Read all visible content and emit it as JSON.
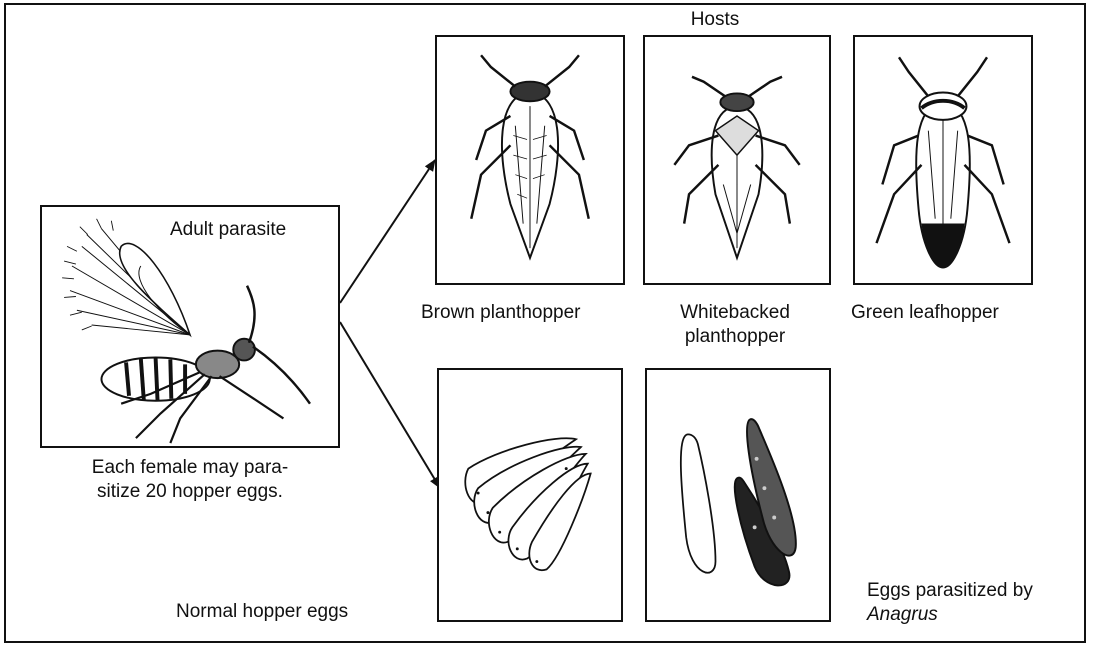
{
  "heading": "Hosts",
  "parasite": {
    "label": "Adult parasite",
    "caption_line1": "Each female may para-",
    "caption_line2": "sitize 20 hopper eggs."
  },
  "hosts": {
    "brown": "Brown planthopper",
    "whitebacked_line1": "Whitebacked",
    "whitebacked_line2": "planthopper",
    "green": "Green leafhopper"
  },
  "eggs": {
    "normal": "Normal hopper eggs",
    "parasitized_line1": "Eggs parasitized by",
    "parasitized_line2": "Anagrus"
  }
}
